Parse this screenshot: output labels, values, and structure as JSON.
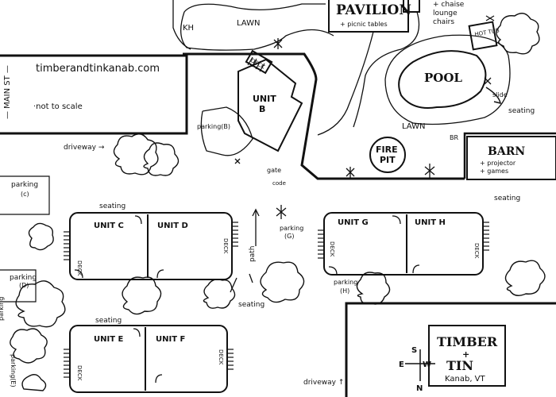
{
  "site": {
    "website": "timberandtinkanab.com",
    "note": "·not to scale",
    "street": "— MAIN ST —",
    "signature": "KH"
  },
  "amenities": {
    "lawn_top": "LAWN",
    "lawn_mid": "LAWN",
    "pavilion": "PAVILION",
    "pavilion_sub": "+ picnic tables",
    "chaise": "+ chaise\nlounge\nchairs",
    "hot_tub": "HOT TUB",
    "pool": "POOL",
    "slide": "slide",
    "fire_pit_1": "FIRE",
    "fire_pit_2": "PIT",
    "barn": "BARN",
    "barn_sub_1": "+ projector",
    "barn_sub_2": "+ games",
    "br": "BR",
    "gate": "gate",
    "gate_sub": "w/\ncode"
  },
  "units": {
    "b": {
      "title_1": "UNIT",
      "title_2": "B",
      "deck": "DECK",
      "parking": "parking(B)"
    },
    "c": {
      "title": "UNIT C",
      "deck": "DECK"
    },
    "d": {
      "title": "UNIT D",
      "deck": "DECK"
    },
    "e": {
      "title": "UNIT E",
      "deck": "DECK"
    },
    "f": {
      "title": "UNIT F",
      "deck": "DECK"
    },
    "g": {
      "title": "UNIT G",
      "deck": "DECK"
    },
    "h": {
      "title": "UNIT H",
      "deck": "DECK"
    }
  },
  "labels": {
    "driveway_top": "driveway →",
    "driveway_bottom": "driveway ↑",
    "parking_c_1": "parking",
    "parking_c_2": "(c)",
    "parking_d_1": "parking",
    "parking_d_2": "(D)",
    "parking_g_1": "parking",
    "parking_g_2": "(G)",
    "parking_h_1": "parking",
    "parking_h_2": "(H)",
    "parking_e": "parking(E)",
    "parking_f": "parking",
    "seating_1": "seating",
    "seating_2": "seating",
    "seating_3": "seating",
    "seating_4": "seating",
    "seating_5": "seating",
    "path": "path"
  },
  "brand": {
    "line1": "TIMBER",
    "line2": "+",
    "line3": "TIN",
    "location": "Kanab, VT"
  },
  "compass": {
    "n": "N",
    "s": "S",
    "e": "E",
    "w": "W"
  }
}
